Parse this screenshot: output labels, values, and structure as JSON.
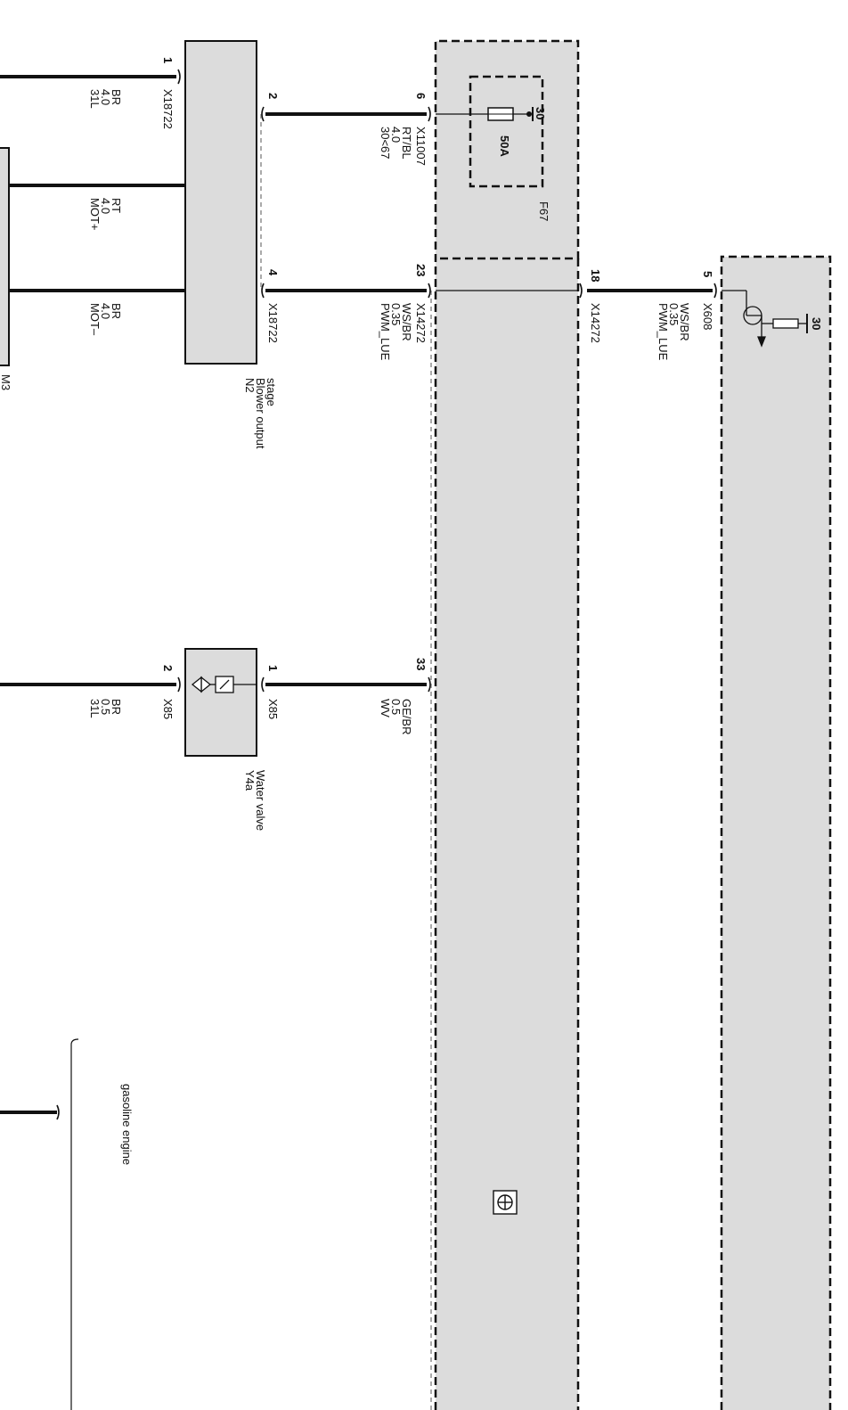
{
  "colors": {
    "wire": "#111111",
    "module_fill": "#dcdcdc",
    "background": "#ffffff"
  },
  "components": {
    "n2": {
      "ref": "N2",
      "name_line1": "Blower output",
      "name_line2": "stage"
    },
    "y4a": {
      "ref": "Y4a",
      "name": "Water valve"
    },
    "fuse": {
      "ref": "F67",
      "rating": "50A",
      "terminal": "30"
    },
    "module_ref_partial": "M3",
    "supply_terminal": "30"
  },
  "wires": {
    "w1": {
      "pin": "1",
      "connector": "X18722",
      "signal": "31L",
      "size": "4.0",
      "color": "BR"
    },
    "w2": {
      "pin": "2",
      "connector": ""
    },
    "w_fuse": {
      "pin": "6",
      "connector": "X11007",
      "signal": "30<67",
      "size": "4.0",
      "color": "RT/BL"
    },
    "mot_plus": {
      "signal": "MOT+",
      "size": "4.0",
      "color": "RT"
    },
    "mot_minus": {
      "signal": "MOT–",
      "size": "4.0",
      "color": "BR"
    },
    "w4": {
      "pin": "4",
      "connector": "X18722"
    },
    "pwm1": {
      "pin": "23",
      "connector": "X14272",
      "signal": "PWM_LUE",
      "size": "0.35",
      "color": "WS/BR"
    },
    "pwm2": {
      "pin": "18",
      "connector": "X14272",
      "signal": "PWM_LUE",
      "size": "0.35",
      "color": "WS/BR"
    },
    "pwm3": {
      "pin": "5",
      "connector": "X608"
    },
    "wv": {
      "pin": "33",
      "signal": "WV",
      "size": "0.5",
      "color": "GE/BR"
    },
    "y4a_1": {
      "pin": "1",
      "connector": "X85"
    },
    "y4a_2": {
      "pin": "2",
      "connector": "X85",
      "signal": "31L",
      "size": "0.5",
      "color": "BR"
    }
  },
  "notes": {
    "gasoline": "gasoline engine"
  }
}
